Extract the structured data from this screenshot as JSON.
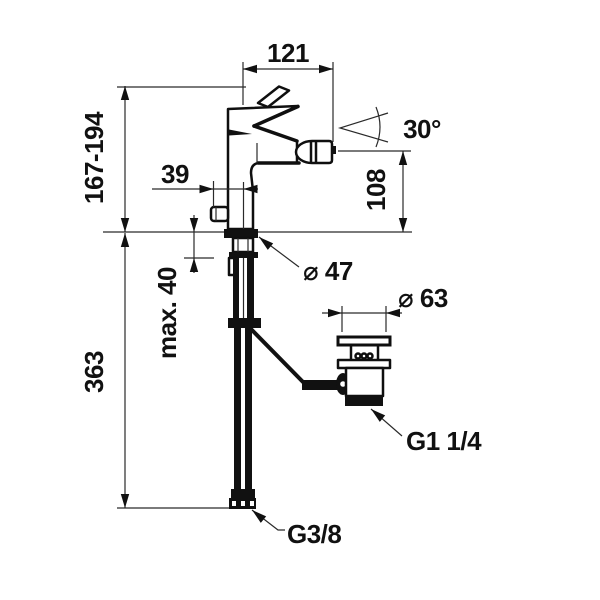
{
  "drawing": {
    "labels": {
      "width_top": "121",
      "height_range": "167-194",
      "offset_39": "39",
      "spray_angle": "30°",
      "outlet_height": "108",
      "base_diameter": "⌀ 47",
      "max_deck_thickness": "max. 40",
      "waste_diameter": "⌀ 63",
      "install_depth": "363",
      "waste_thread": "G1 1/4",
      "supply_thread": "G3/8"
    },
    "colors": {
      "line": "#111111",
      "background": "#ffffff"
    }
  }
}
